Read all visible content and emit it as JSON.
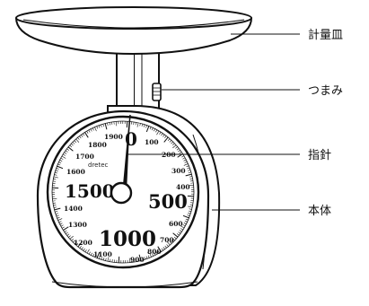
{
  "labels": {
    "pan": "計量皿",
    "knob": "つまみ",
    "pointer": "指針",
    "body": "本体"
  },
  "dial": {
    "brand": "dretec",
    "major": [
      "0",
      "500",
      "1000",
      "1500"
    ],
    "minor": [
      "100",
      "200",
      "300",
      "400",
      "600",
      "700",
      "800",
      "900",
      "1100",
      "1200",
      "1300",
      "1400",
      "1600",
      "1700",
      "1800",
      "1900"
    ]
  },
  "colors": {
    "stroke": "#111111",
    "fill": "#ffffff"
  }
}
